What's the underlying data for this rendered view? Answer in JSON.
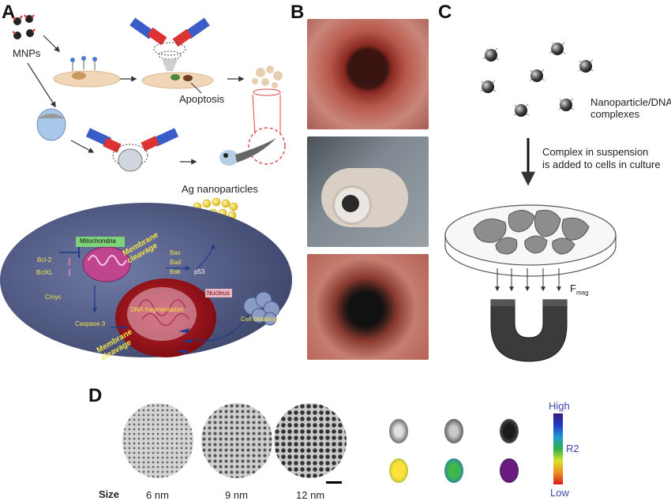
{
  "panels": {
    "a": {
      "letter": "A",
      "mnps_label": "MNPs",
      "apoptosis_label": "Apoptosis",
      "ag_label": "Ag nanoparticles",
      "cell": {
        "mitochondria": "Mitochondria",
        "membrane_cleavage_1": "Membrane cleavage",
        "membrane_cleavage_2": "Membrane cleavage",
        "bcl2": "Bcl-2",
        "bclxl": "BclXL",
        "cmyc": "Cmyc",
        "caspase": "Caspase 3",
        "bax": "Bax",
        "bad": "Bad",
        "bak": "Bak",
        "p53": "p53",
        "nucleus": "Nucleus",
        "dna_frag": "DNA fragmentation",
        "cell_blebbing": "Cell blebbing"
      }
    },
    "b": {
      "letter": "B"
    },
    "c": {
      "letter": "C",
      "complexes_label": "Nanoparticle/DNA complexes",
      "suspension_label_1": "Complex in suspension",
      "suspension_label_2": "is added to cells in culture",
      "fmag": "F",
      "fmag_sub": "mag"
    },
    "d": {
      "letter": "D",
      "size_label": "Size",
      "sizes": [
        "6 nm",
        "9 nm",
        "12 nm"
      ],
      "scale_high": "High",
      "scale_mid": "R2",
      "scale_low": "Low"
    }
  },
  "colors": {
    "cell_body": "#5b6690",
    "nucleus": "#a3141c",
    "label_yellow": "#f2e34a",
    "mito_green": "#7fd27a",
    "high_low_text": "#3b47a8"
  }
}
